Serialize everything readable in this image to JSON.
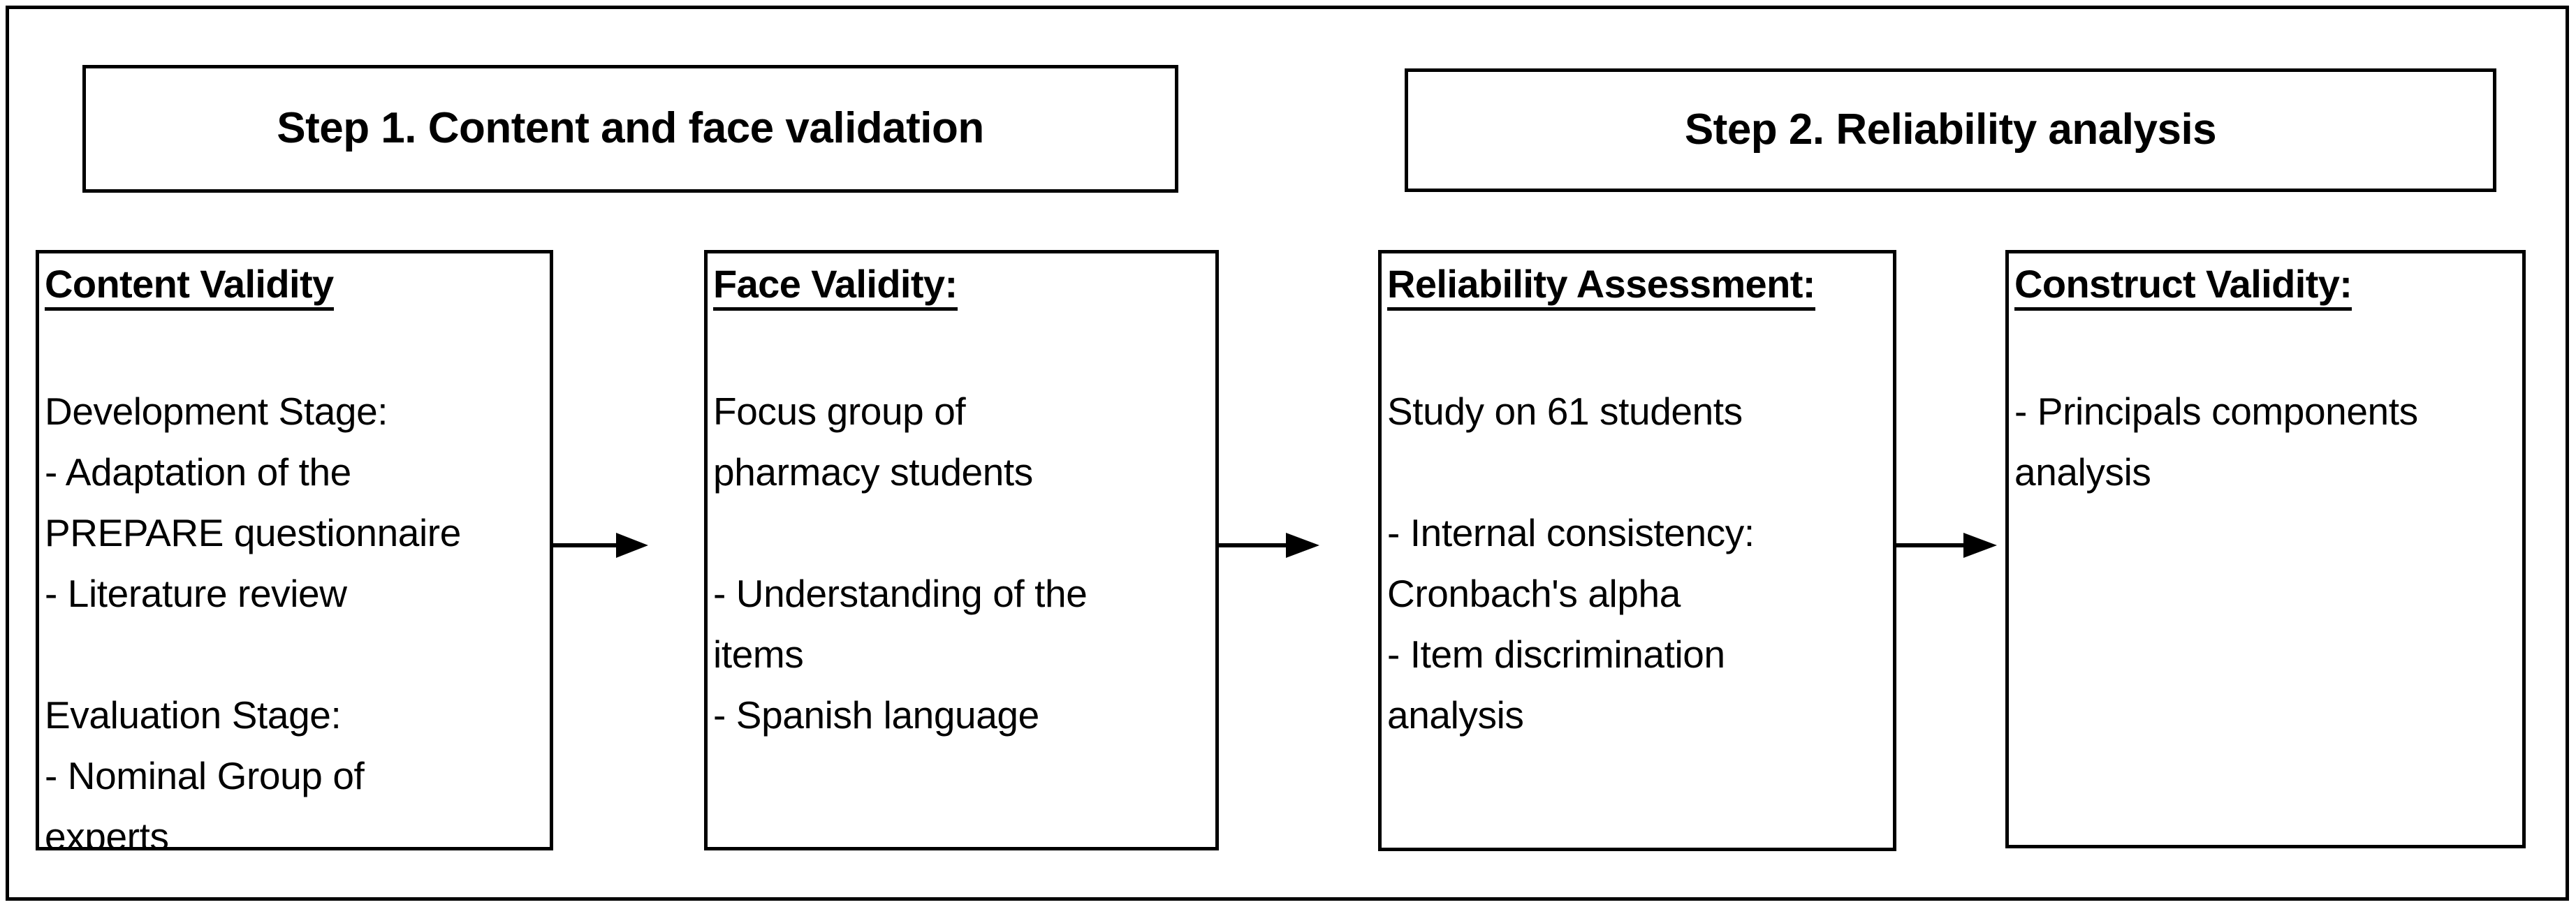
{
  "figure": {
    "steps": [
      {
        "label": "Step 1. Content and face validation"
      },
      {
        "label": "Step 2. Reliability analysis"
      }
    ],
    "boxes": [
      {
        "title": "Content Validity",
        "lines": [
          "",
          "Development Stage:",
          "- Adaptation of the",
          "PREPARE questionnaire",
          "- Literature review",
          "",
          "Evaluation Stage:",
          "- Nominal Group of",
          "experts"
        ]
      },
      {
        "title": "Face Validity:",
        "lines": [
          "",
          "Focus group of",
          "pharmacy students",
          "",
          " - Understanding of the",
          "items",
          " - Spanish language"
        ]
      },
      {
        "title": "Reliability Assessment:",
        "lines": [
          "",
          "Study on 61 students",
          "",
          " - Internal consistency:",
          "Cronbach's alpha",
          " - Item discrimination",
          "analysis"
        ]
      },
      {
        "title": "Construct Validity:",
        "lines": [
          "",
          "- Principals components",
          "analysis"
        ]
      }
    ],
    "arrows": [
      {
        "from": "Content Validity",
        "to": "Face Validity:"
      },
      {
        "from": "Face Validity:",
        "to": "Reliability Assessment:"
      },
      {
        "from": "Reliability Assessment:",
        "to": "Construct Validity:"
      }
    ],
    "colors": {
      "stroke": "#000000",
      "background": "#ffffff",
      "text": "#000000"
    }
  }
}
